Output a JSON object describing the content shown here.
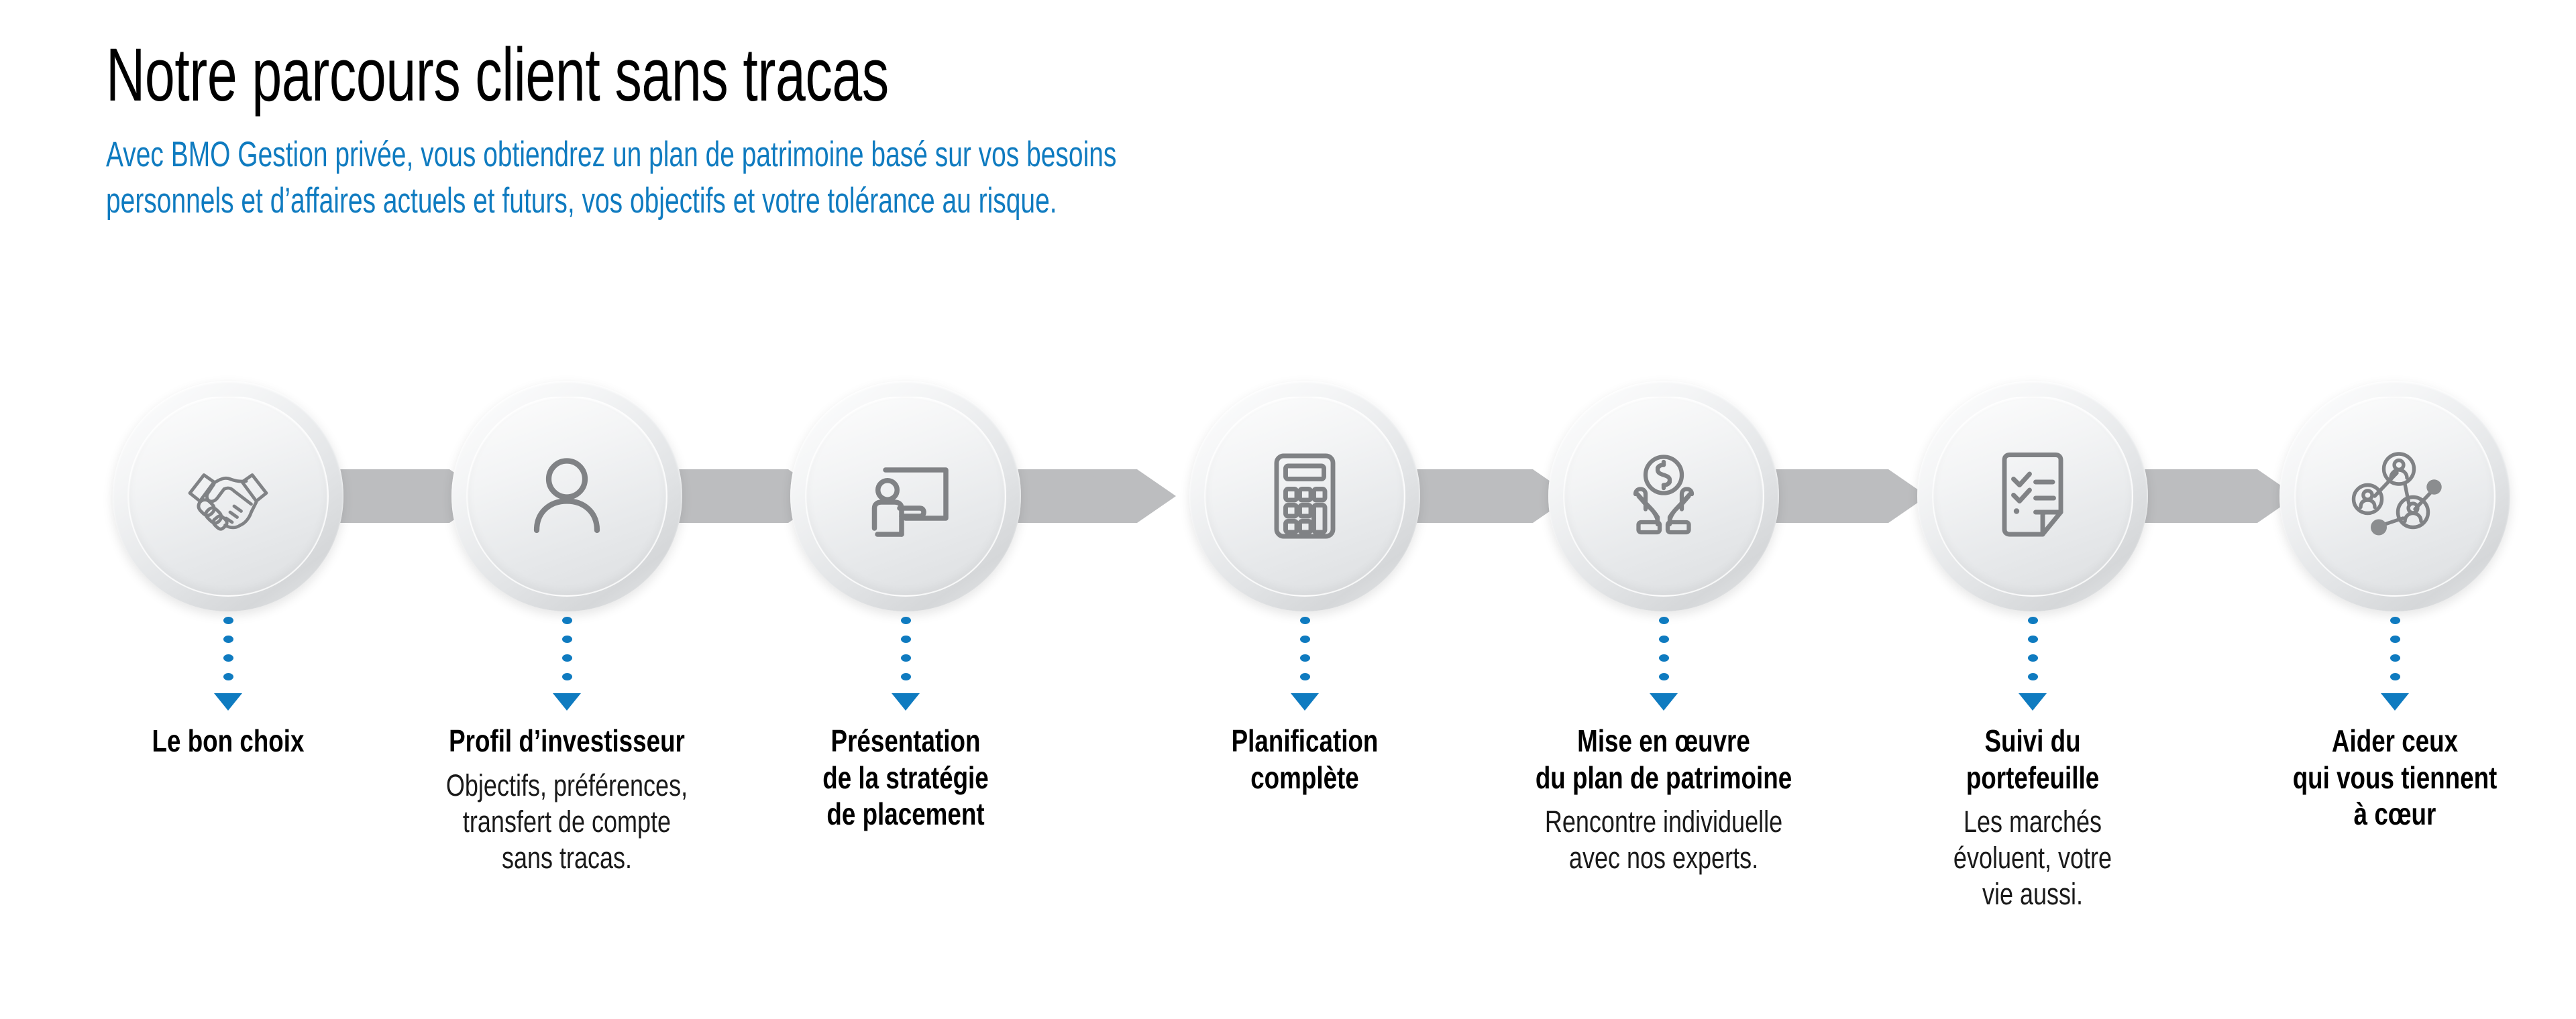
{
  "header": {
    "title": "Notre parcours client sans tracas",
    "subtitle_lines": [
      "Avec BMO Gestion privée, vous obtiendrez un plan de patrimoine basé sur vos besoins",
      "personnels et d’affaires actuels et futurs, vos objectifs et votre tolérance au risque."
    ]
  },
  "colors": {
    "accent_blue": "#0F7BC0",
    "connector_gray": "#BCBDBF",
    "icon_gray": "#808285",
    "text_black": "#000000"
  },
  "steps": [
    {
      "index": 1,
      "icon": "handshake-icon",
      "title": "Le bon choix",
      "body": ""
    },
    {
      "index": 2,
      "icon": "person-icon",
      "title": "Profil d’investisseur",
      "body": "Objectifs, préférences,\ntransfert de compte\nsans tracas."
    },
    {
      "index": 3,
      "icon": "presentation-icon",
      "title": "Présentation\nde la stratégie\nde placement",
      "body": ""
    },
    {
      "index": 4,
      "icon": "calculator-icon",
      "title": "Planification\ncomplète",
      "body": ""
    },
    {
      "index": 5,
      "icon": "hands-holding-coin-icon",
      "title": "Mise en œuvre\ndu plan de patrimoine",
      "body": "Rencontre individuelle\navec nos experts."
    },
    {
      "index": 6,
      "icon": "checklist-document-icon",
      "title": "Suivi du\nportefeuille",
      "body": "Les marchés\névoluent, votre\nvie aussi."
    },
    {
      "index": 7,
      "icon": "people-network-icon",
      "title": "Aider ceux\nqui vous tiennent\nà cœur",
      "body": ""
    }
  ]
}
